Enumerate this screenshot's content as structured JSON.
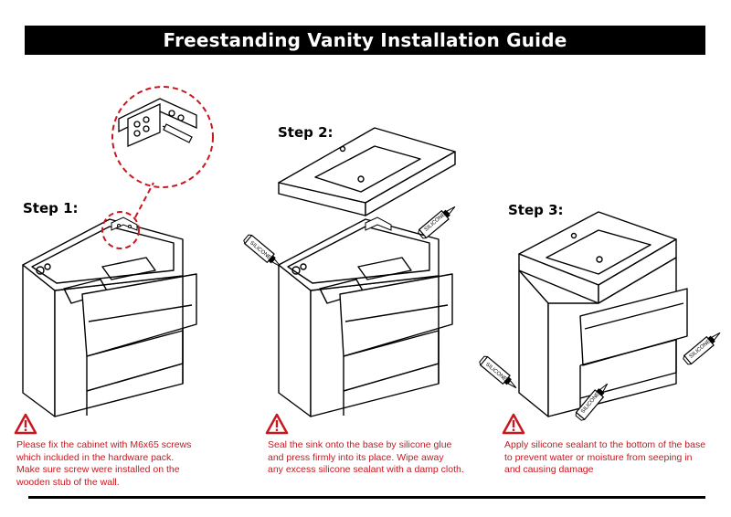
{
  "title": "Freestanding Vanity Installation Guide",
  "steps": [
    {
      "label": "Step 1:",
      "note": [
        "Please fix the cabinet with M6x65 screws",
        "which included in the hardware pack.",
        "Make sure screw were installed on the",
        "wooden stub of the wall."
      ]
    },
    {
      "label": "Step 2:",
      "note": [
        "Seal the sink onto the base by silicone glue",
        "and press firmly into its place. Wipe away",
        "any excess silicone sealant with a damp cloth."
      ]
    },
    {
      "label": "Step 3:",
      "note": [
        "Apply silicone sealant to the bottom of the base",
        "to prevent water or moisture from seeping in",
        "and causing damage"
      ]
    }
  ],
  "tube_label": "SILICONE",
  "colors": {
    "title_bg": "#000000",
    "title_text": "#ffffff",
    "warning": "#c8171e",
    "line": "#000000"
  },
  "icons": [
    "warning-triangle-icon",
    "silicone-tube-icon",
    "screw-icon",
    "bracket-icon"
  ]
}
